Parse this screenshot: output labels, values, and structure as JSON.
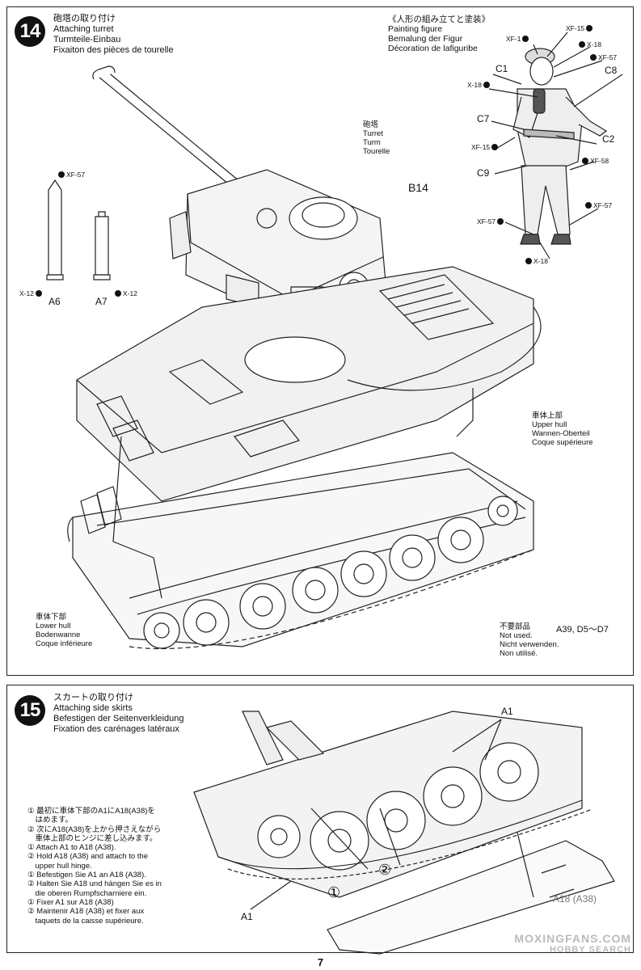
{
  "page_number": "7",
  "step14": {
    "number": "14",
    "title": [
      "砲塔の取り付け",
      "Attaching turret",
      "Turmteile-Einbau",
      "Fixaiton des pièces de tourelle"
    ],
    "turret_label": [
      "砲塔",
      "Turret",
      "Turm",
      "Tourelle"
    ],
    "upper_hull_label": [
      "車体上部",
      "Upper hull",
      "Wannen-Oberteil",
      "Coque supérieure"
    ],
    "lower_hull_label": [
      "車体下部",
      "Lower hull",
      "Bodenwanne",
      "Coque inférieure"
    ],
    "b14": "B14",
    "shell_a6": "A6",
    "shell_a7": "A7",
    "paint_a6_top": "XF-57",
    "paint_a6_side": "X-12",
    "paint_a7_side": "X-12",
    "not_used_jp": "不要部品",
    "not_used_parts": "A39, D5〜D7",
    "not_used": [
      "Not used.",
      "Nicht verwenden.",
      "Non utilisé."
    ],
    "figure_title": [
      "《人形の組み立てと塗装》",
      "Painting figure",
      "Bemalung der Figur",
      "Décoration de lafiguribe"
    ],
    "figure_parts": {
      "c1": "C1",
      "c7": "C7",
      "c9": "C9",
      "c8": "C8",
      "c2": "C2"
    },
    "figure_paints": {
      "xf1": "XF-1",
      "xf15_top": "XF-15",
      "x18_top": "X-18",
      "xf57_top": "XF-57",
      "x18_left": "X-18",
      "xf15_left": "XF-15",
      "xf58": "XF-58",
      "xf57_right": "XF-57",
      "xf57_left": "XF-57",
      "x18_bottom": "X-18"
    }
  },
  "step15": {
    "number": "15",
    "title": [
      "スカートの取り付け",
      "Attaching side skirts",
      "Befestigen der Seitenverkleidung",
      "Fixation des carénages latéraux"
    ],
    "a1_top": "A1",
    "a1_bottom": "A1",
    "a18": "A18 (A38)",
    "callout1": "①",
    "callout2": "②",
    "instructions": [
      "① 最初に車体下部のA1にA18(A38)を",
      "　はめます。",
      "② 次にA18(A38)を上から押さえながら",
      "　車体上部のヒンジに差し込みます。",
      "① Attach A1 to A18 (A38).",
      "② Hold A18 (A38) and attach to the",
      "　upper hull hinge.",
      "① Befestigen Sie A1 an A18 (A38).",
      "② Halten Sie A18 und hängen Sie es in",
      "　die oberen Rumpfscharniere ein.",
      "① Fixer A1 sur A18 (A38)",
      "② Maintenir A18 (A38) et fixer aux",
      "　taquets de la caisse supérieure."
    ]
  },
  "watermark": {
    "line1": "MOXINGFANS.COM",
    "line2": "HOBBY SEARCH"
  }
}
